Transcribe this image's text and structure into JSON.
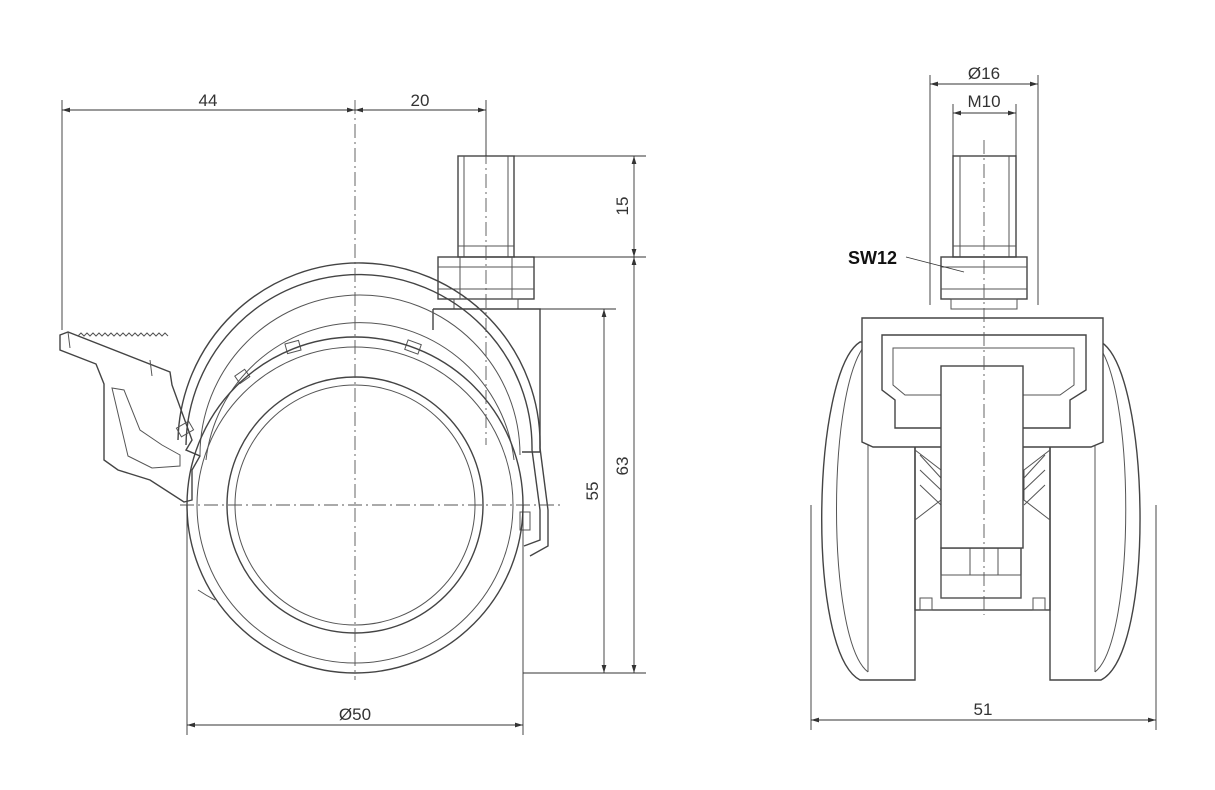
{
  "side_view": {
    "dim_44": "44",
    "dim_20": "20",
    "dim_15": "15",
    "dim_55": "55",
    "dim_63": "63",
    "dim_diam_50": "Ø50"
  },
  "front_view": {
    "dim_diam_16": "Ø16",
    "dim_m10": "M10",
    "dim_51": "51",
    "label_sw12": "SW12"
  }
}
